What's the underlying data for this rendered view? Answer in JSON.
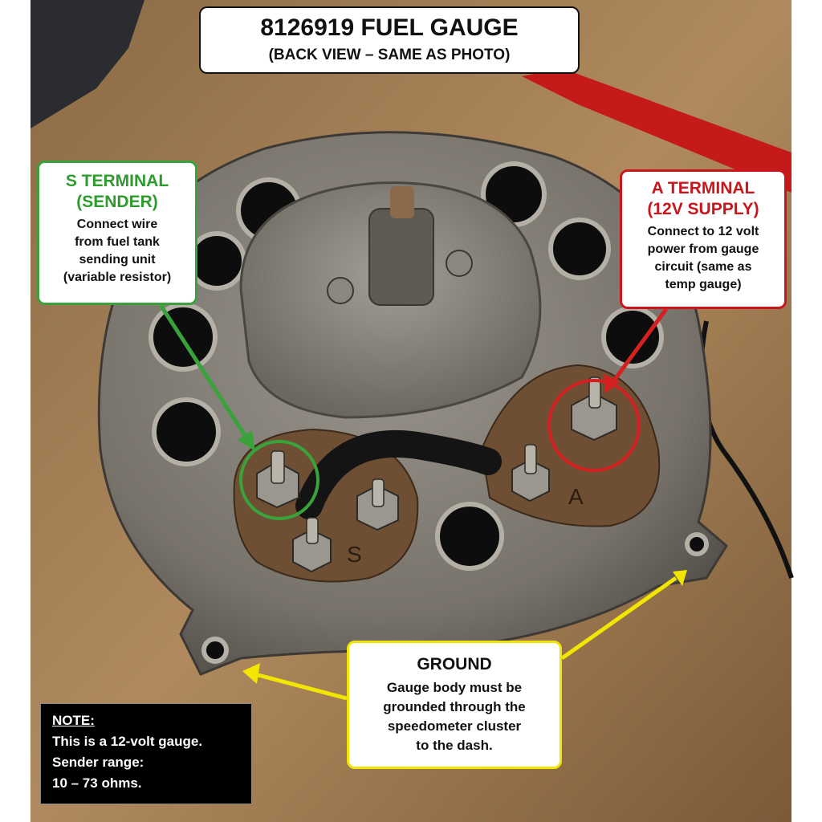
{
  "title": {
    "line1": "8126919 FUEL GAUGE",
    "line2": "(BACK VIEW – SAME AS PHOTO)"
  },
  "callouts": {
    "s_terminal": {
      "heading1": "S TERMINAL",
      "heading2": "(SENDER)",
      "body": [
        "Connect wire",
        "from fuel tank",
        "sending unit",
        "(variable resistor)"
      ],
      "color": "#2f9b2f"
    },
    "a_terminal": {
      "heading1": "A TERMINAL",
      "heading2": "(12V SUPPLY)",
      "body": [
        "Connect to 12 volt",
        "power from gauge",
        "circuit (same as",
        "temp gauge)"
      ],
      "color": "#c8161d"
    },
    "ground": {
      "heading": "GROUND",
      "body": [
        "Gauge body must be",
        "grounded through the",
        "speedometer cluster",
        "to the dash."
      ],
      "color": "#f2e600"
    }
  },
  "note": {
    "heading": "NOTE:",
    "lines": [
      "This is a 12-volt gauge.",
      "Sender range:",
      "10 – 73 ohms."
    ]
  },
  "photo_labels": {
    "s_mark": "S",
    "a_mark": "A"
  }
}
